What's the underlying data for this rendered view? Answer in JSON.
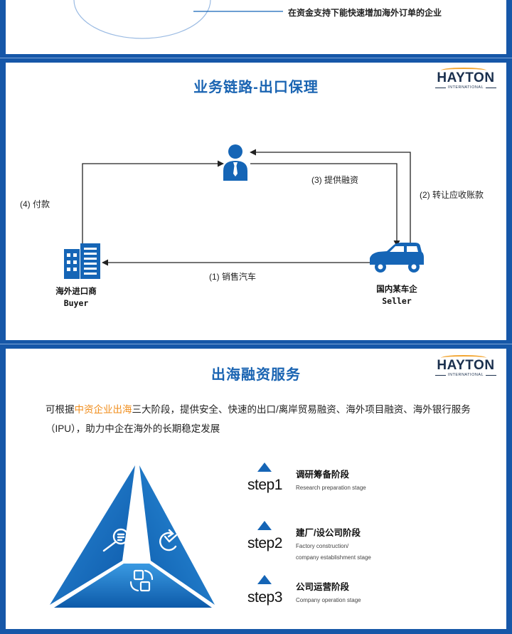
{
  "panel_top": {
    "note": "在资金支持下能快速增加海外订单的企业"
  },
  "logo": {
    "name": "HAYTON",
    "tagline": "INTERNATIONAL"
  },
  "flow": {
    "title": "业务链路-出口保理",
    "edges": {
      "payment": "(4) 付款",
      "financing": "(3) 提供融资",
      "transfer": "(2) 转让应收账款",
      "sale": "(1) 销售汽车"
    },
    "nodes": {
      "buyer_cn": "海外进口商",
      "buyer_en": "Buyer",
      "seller_cn": "国内某车企",
      "seller_en": "Seller"
    },
    "colors": {
      "primary": "#1565b6",
      "line": "#222222"
    }
  },
  "services": {
    "title": "出海融资服务",
    "intro_before": "可根据",
    "intro_highlight": "中资企业出海",
    "intro_after": "三大阶段，提供安全、快速的出口/离岸贸易融资、海外项目融资、海外银行服务（IPU），助力中企在海外的长期稳定发展",
    "highlight_color": "#f08c1a",
    "steps": [
      {
        "num": "step1",
        "cn": "调研筹备阶段",
        "en": "Research preparation stage"
      },
      {
        "num": "step2",
        "cn": "建厂/设公司阶段",
        "en": "Factory construction/\ncompany establishment stage"
      },
      {
        "num": "step3",
        "cn": "公司运营阶段",
        "en": "Company operation stage"
      }
    ],
    "icons": [
      "magnifier-chart-icon",
      "refresh-icon",
      "cycle-documents-icon"
    ]
  }
}
